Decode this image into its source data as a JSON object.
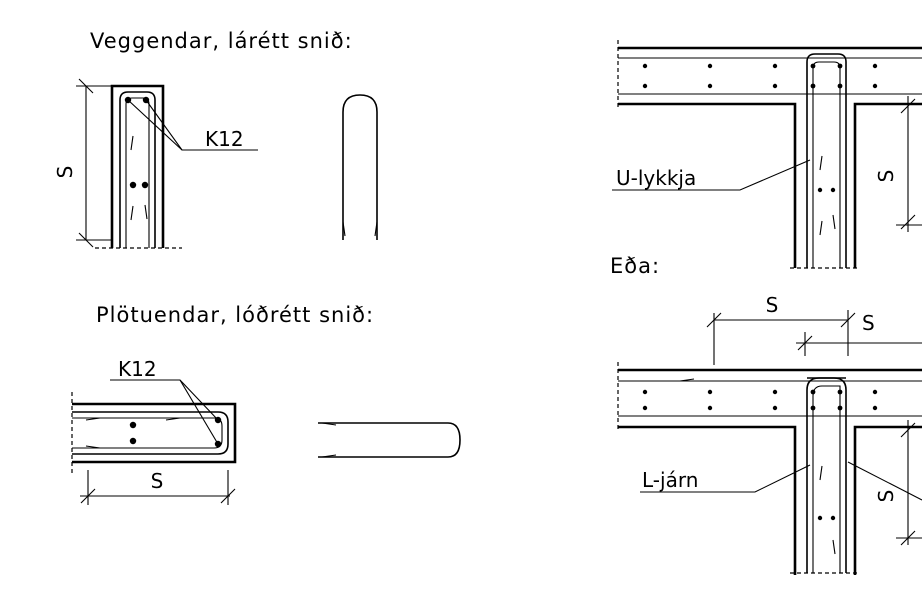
{
  "titles": {
    "wall_end": "Veggendar, lárétt snið:",
    "slab_end": "Plötuendar, lóðrétt snið:",
    "or": "Eða:"
  },
  "labels": {
    "bar_wall": "K12",
    "bar_slab": "K12",
    "u_loop": "U-lykkja",
    "l_bar": "L-járn",
    "dim_wall": "S",
    "dim_slab": "S",
    "dim_u_vertical": "S",
    "dim_l_top": "S",
    "dim_l_top_small": "S",
    "dim_l_vertical": "S"
  }
}
